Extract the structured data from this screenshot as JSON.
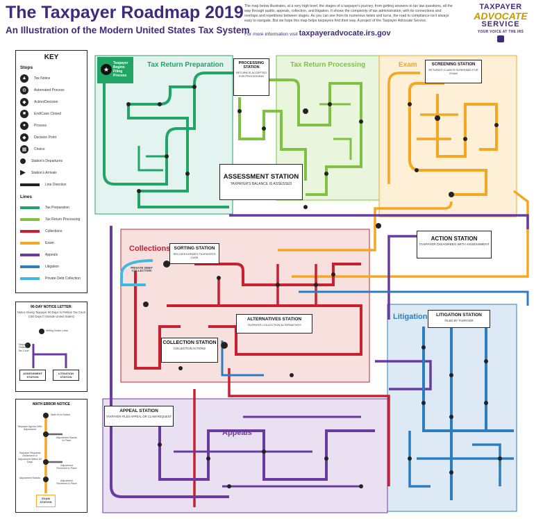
{
  "header": {
    "title": "The Taxpayer Roadmap 2019",
    "subtitle": "An Illustration of the Modern United States Tax System",
    "intro": "The map below illustrates, at a very high level, the stages of a taxpayer's journey, from getting answers to tax law questions, all the way through audits, appeals, collection, and litigation. It shows the complexity of tax administration, with its connections and overlaps and repetitions between stages. As you can see from its numerous twists and turns, the road to compliance isn't always easy to navigate. But we hope this map helps taxpayers find their way. A project of the Taxpayer Advocate Service.",
    "more_info_label": "For more information visit",
    "url": "taxpayeradvocate.irs.gov"
  },
  "logo": {
    "line1": "TAXPAYER",
    "line2": "ADVOCATE",
    "line3": "SERVICE",
    "tagline": "YOUR VOICE AT THE IRS"
  },
  "key": {
    "title": "KEY",
    "stops_heading": "Stops",
    "stops": [
      {
        "label": "Tax Notice",
        "glyph": "▲"
      },
      {
        "label": "Automated Process",
        "glyph": "⚙"
      },
      {
        "label": "Action/Decision",
        "glyph": "◆"
      },
      {
        "label": "End/Case Closed",
        "glyph": "■"
      },
      {
        "label": "Process",
        "glyph": "●"
      },
      {
        "label": "Decision Point",
        "glyph": "◆"
      },
      {
        "label": "Choice",
        "glyph": "▦"
      }
    ],
    "station_departures": "Station's Departures",
    "station_arrivals": "Station's Arrivals",
    "line_direction": "Line Direction",
    "lines_heading": "Lines",
    "lines": [
      {
        "label": "Tax Preparation",
        "color": "#21a565"
      },
      {
        "label": "Tax Return Processing",
        "color": "#7fc242"
      },
      {
        "label": "Collections",
        "color": "#c8202f"
      },
      {
        "label": "Exam",
        "color": "#f5a623"
      },
      {
        "label": "Appeals",
        "color": "#6a3aa2"
      },
      {
        "label": "Litigation",
        "color": "#2b7dc0"
      },
      {
        "label": "Private Debt Collection",
        "color": "#3fb9df"
      }
    ]
  },
  "notice_90": {
    "title": "90-DAY NOTICE LETTER:",
    "desc": "Notice Giving Taxpayer 90 Days to Petition Tax Court (150 Days If Outside United States)",
    "writing": "Writing Notice Letter",
    "taxpayer_petition": "Taxpayer Petitions Tax Court",
    "from": "ASSESSMENT STATION",
    "to": "LITIGATION STATION"
  },
  "math_error": {
    "title": "MATH ERROR NOTICE",
    "stops": [
      "Math Error Notice",
      "Taxpayer Agrees With Adjustment",
      "Adjustment Stands in Place",
      "Taxpayer Requests Abatement of Adjustment Within 60 Days",
      "Adjustment Reversed in Place",
      "Adjustment Stands",
      "Adjustment Reversed in Place"
    ],
    "destination": "EXAM STATION"
  },
  "regions": {
    "tax_prep": "Tax Return Preparation",
    "tax_processing": "Tax Return Processing",
    "exam": "Exam",
    "collections": "Collections",
    "litigation": "Litigation",
    "appeals": "Appeals"
  },
  "stations": {
    "begins": "Taxpayer Begins Filing Process",
    "processing": {
      "name": "PROCESSING STATION",
      "desc": "RETURN IS ACCEPTED FOR PROCESSING"
    },
    "screening": {
      "name": "SCREENING STATION",
      "desc": "RETURN'S CLAIM IS SCREENED FOR EXAM"
    },
    "assessment": {
      "name": "ASSESSMENT STATION",
      "desc": "TAXPAYER'S BALANCE IS ASSESSED"
    },
    "action": {
      "name": "ACTION STATION",
      "desc": "TAXPAYER DISAGREES WITH ASSESSMENT"
    },
    "sorting": {
      "name": "SORTING STATION",
      "desc": "IRS CATEGORIZES TAXPAYER'S CASE"
    },
    "private_debt": "PRIVATE DEBT COLLECTION",
    "alternatives": {
      "name": "ALTERNATIVES STATION",
      "desc": "TAXPAYER COLLECTION ALTERNATIVES"
    },
    "collection": {
      "name": "COLLECTION STATION",
      "desc": "COLLECTION ACTIONS"
    },
    "litigation": {
      "name": "LITIGATION STATION",
      "desc": "FILED BY TAXPAYER"
    },
    "appeal": {
      "name": "APPEAL STATION",
      "desc": "TAXPAYER FILES APPEAL OR CLAIM REQUEST"
    }
  }
}
